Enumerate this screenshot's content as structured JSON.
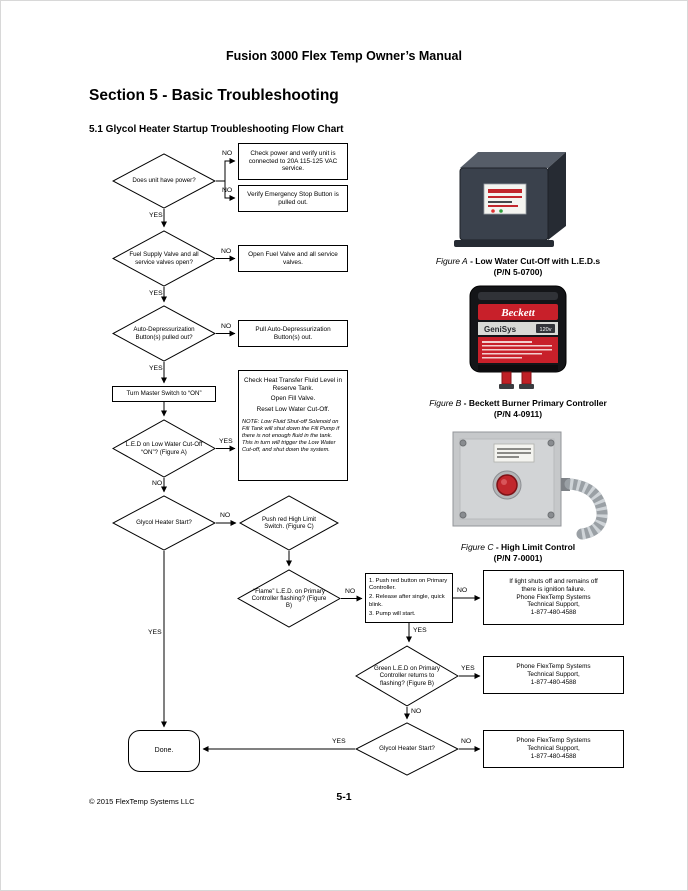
{
  "page": {
    "header": "Fusion 3000 Flex Temp Owner’s Manual",
    "section_title": "Section 5 - Basic Troubleshooting",
    "chart_title": "5.1 Glycol Heater Startup Troubleshooting Flow Chart",
    "footer_left": "© 2015 FlexTemp Systems LLC",
    "page_number": "5-1"
  },
  "labels": {
    "yes": "YES",
    "no": "NO"
  },
  "flowchart": {
    "nodes": {
      "power_q": "Does unit have power?",
      "check_power": "Check power and verify unit is connected to 20A 115-125 VAC service.",
      "verify_estop": "Verify Emergency Stop Button is pulled out.",
      "fuel_q": "Fuel Supply Valve and all service valves open?",
      "open_fuel": "Open Fuel Valve and all service valves.",
      "depress_q": "Auto-Depressurization Button(s) pulled out?",
      "pull_depress": "Pull Auto-Depressurization Button(s) out.",
      "master_switch": "Turn Master Switch to “ON”",
      "lwco_q": "L.E.D on Low Water Cut-Off “ON”? (Figure A)",
      "fluid": {
        "lines": [
          "Check Heat Transfer Fluid Level in Reserve Tank.",
          "Open Fill Valve.",
          "Reset Low Water Cut-Off."
        ],
        "note": "NOTE: Low Fluid Shut-off Solenoid on Fill Tank will shut down the Fill Pump if there is not enough fluid in the tank. This in turn will trigger the Low Water Cut-off, and shut down the system."
      },
      "heater_q1": "Glycol Heater Start?",
      "high_limit": "Push red High Limit Switch. (Figure C)",
      "flame_q": "“Flame” L.E.D. on Primary Controller flashing? (Figure B)",
      "steps": [
        "1. Push red button on Primary Controller.",
        "2. Release after single, quick blink.",
        "3. Pump will start."
      ],
      "ignition": [
        "If light shuts off and remains off",
        "there is ignition failure.",
        "Phone FlexTemp Systems",
        "Technical Support,",
        "1-877-480-4588"
      ],
      "green_q": "Green L.E.D on Primary Controller returns to flashing? (Figure B)",
      "phone": [
        "Phone FlexTemp Systems",
        "Technical Support,",
        "1-877-480-4588"
      ],
      "heater_q2": "Glycol Heater Start?",
      "done": "Done."
    }
  },
  "figures": {
    "a": {
      "prefix": "Figure A",
      "title": " - Low Water Cut-Off with L.E.D.s",
      "pn": "(P/N 5-0700)"
    },
    "b": {
      "prefix": "Figure B",
      "title": " - Beckett Burner Primary Controller",
      "pn": "(P/N 4-0911)",
      "brand": "Beckett",
      "model": "GeniSys",
      "volt": "120v"
    },
    "c": {
      "prefix": "Figure C",
      "title": " - High Limit Control",
      "pn": "(P/N 7-0001)"
    }
  }
}
